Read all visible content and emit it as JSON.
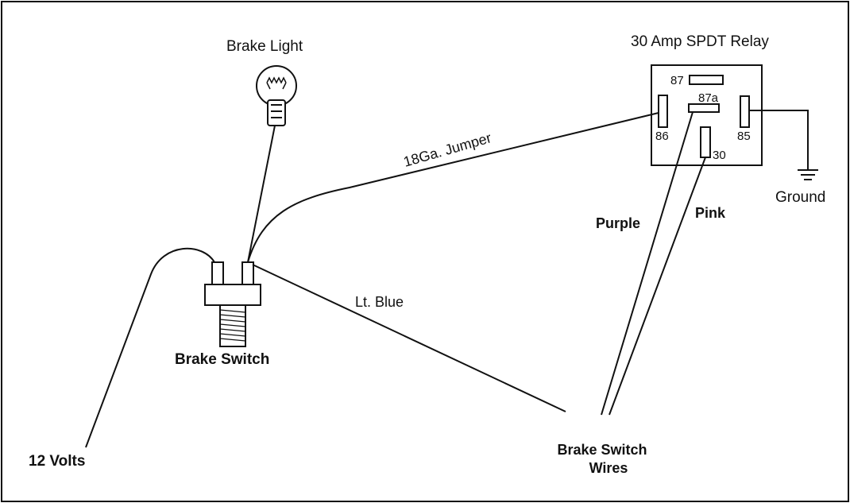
{
  "labels": {
    "brake_light": "Brake Light",
    "relay_title": "30 Amp SPDT Relay",
    "jumper": "18Ga. Jumper",
    "purple": "Purple",
    "pink": "Pink",
    "ground": "Ground",
    "lt_blue": "Lt. Blue",
    "brake_switch": "Brake Switch",
    "twelve_volts": "12 Volts",
    "brake_switch_wires_1": "Brake Switch",
    "brake_switch_wires_2": "Wires"
  },
  "relay_pins": {
    "p87": "87",
    "p87a": "87a",
    "p86": "86",
    "p85": "85",
    "p30": "30"
  },
  "colors": {
    "ink": "#111111",
    "background": "#ffffff"
  }
}
